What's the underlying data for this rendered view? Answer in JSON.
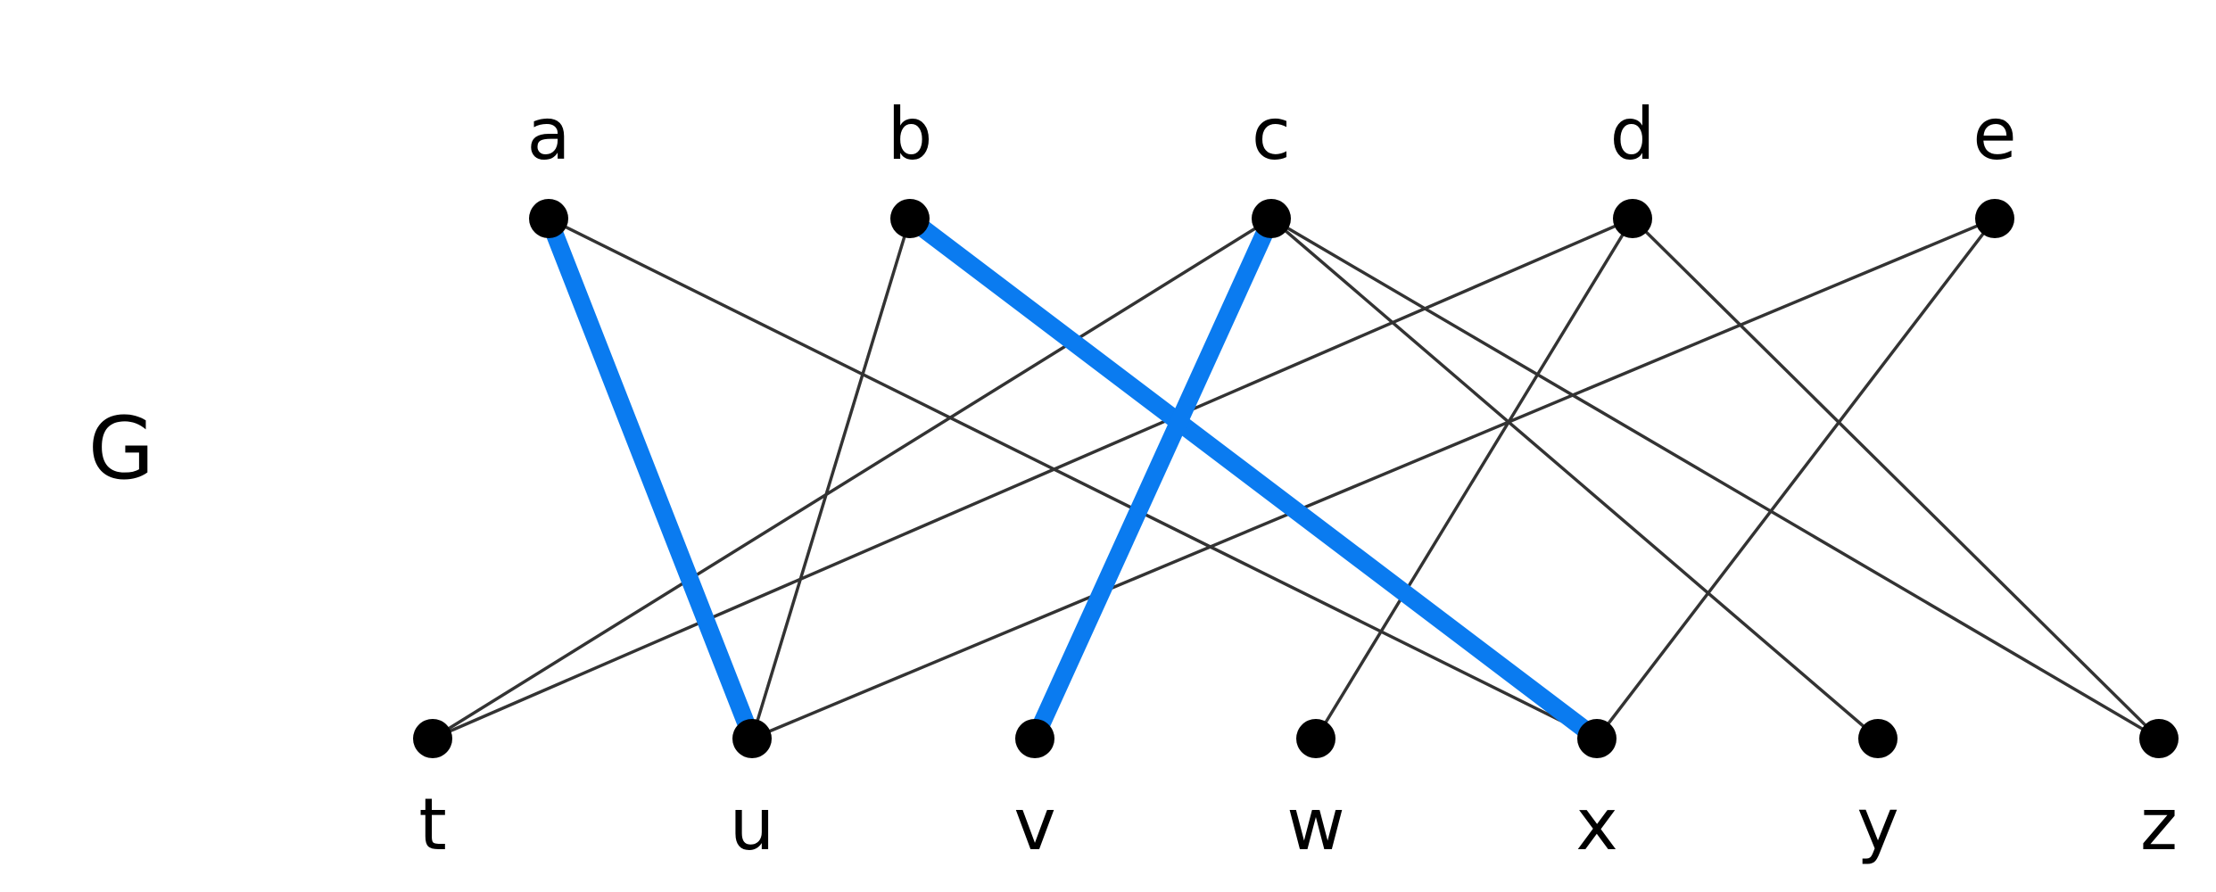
{
  "graph": {
    "name": "G",
    "top_vertices": [
      "a",
      "b",
      "c",
      "d",
      "e"
    ],
    "bottom_vertices": [
      "t",
      "u",
      "v",
      "w",
      "x",
      "y",
      "z"
    ],
    "edges": [
      [
        "a",
        "u"
      ],
      [
        "a",
        "x"
      ],
      [
        "b",
        "u"
      ],
      [
        "b",
        "x"
      ],
      [
        "c",
        "t"
      ],
      [
        "c",
        "v"
      ],
      [
        "c",
        "y"
      ],
      [
        "c",
        "z"
      ],
      [
        "d",
        "t"
      ],
      [
        "d",
        "w"
      ],
      [
        "d",
        "z"
      ],
      [
        "e",
        "u"
      ],
      [
        "e",
        "x"
      ]
    ],
    "highlighted_edges": [
      [
        "a",
        "u"
      ],
      [
        "b",
        "x"
      ],
      [
        "c",
        "v"
      ]
    ],
    "colors": {
      "edge": "#333333",
      "highlight": "#0a7bf0",
      "vertex": "#000000"
    }
  }
}
